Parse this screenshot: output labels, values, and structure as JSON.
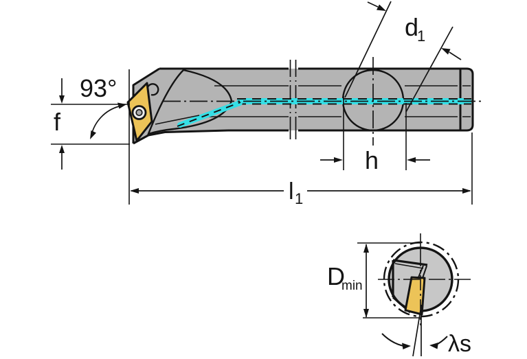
{
  "labels": {
    "lead_angle": "93°",
    "f": "f",
    "d1": {
      "base": "d",
      "sub": "1"
    },
    "h": "h",
    "l1": {
      "base": "l",
      "sub": "1"
    },
    "dmin": {
      "base": "D",
      "sub": "min"
    },
    "lambda_s": "λs"
  },
  "colors": {
    "background": "#ffffff",
    "body": "#b4b4b4",
    "pocket": "#c3c3c3",
    "boss": "#8d8d8d",
    "insert": "#ecc358",
    "coolant": "#35dfe6",
    "section_face": "#c7c7c7",
    "screw_face": "#ededed",
    "screw_core": "#a9a9a9",
    "line": "#141414"
  }
}
